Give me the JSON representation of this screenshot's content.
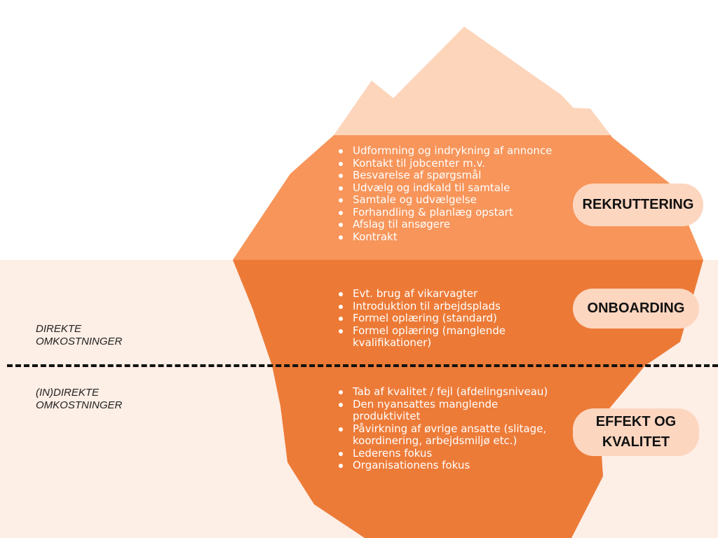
{
  "side_labels": {
    "direct": [
      "DIREKTE",
      "OMKOSTNINGER"
    ],
    "indirect": [
      "(IN)DIREKTE",
      "OMKOSTNINGER"
    ]
  },
  "sections": {
    "rekruttering": {
      "label": "REKRUTTERING",
      "items": [
        "Udformning og indrykning af annonce",
        "Kontakt til jobcenter m.v.",
        "Besvarelse af spørgsmål",
        "Udvælg og indkald til samtale",
        "Samtale og udvælgelse",
        "Forhandling & planlæg opstart",
        "Afslag til ansøgere",
        "Kontrakt"
      ]
    },
    "onboarding": {
      "label": "ONBOARDING",
      "items": [
        "Evt. brug af vikarvagter",
        "Introduktion til arbejdsplads",
        "Formel oplæring (standard)",
        "Formel oplæring (manglende",
        "kvalifikationer)"
      ]
    },
    "effekt": {
      "label_line1": "EFFEKT OG",
      "label_line2": "KVALITET",
      "items": [
        "Tab af kvalitet / fejl (afdelingsniveau)",
        "Den nyansattes manglende",
        "produktivitet",
        "Påvirkning af øvrige ansatte (slitage,",
        "koordinering, arbejdsmiljø etc.)",
        "Lederens fokus",
        "Organisationens fokus"
      ]
    }
  },
  "colors": {
    "tip": "#fdd5bb",
    "upper": "#f7955a",
    "middle": "#ec7a36",
    "lower": "#ed7b38",
    "water": "#fdeee6",
    "pill": "#fdd6c0"
  }
}
